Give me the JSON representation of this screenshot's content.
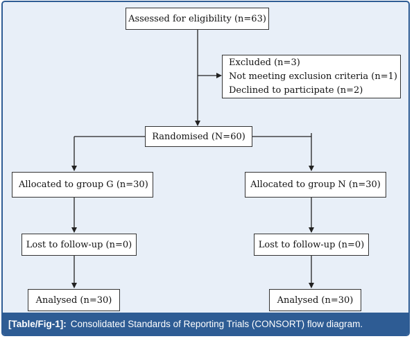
{
  "diagram": {
    "assessed": "Assessed for eligibility (n=63)",
    "excluded": {
      "line1": "Excluded (n=3)",
      "line2": "Not meeting exclusion criteria (n=1)",
      "line3": "Declined to participate (n=2)"
    },
    "randomised": "Randomised (N=60)",
    "group_g": {
      "allocated": "Allocated to group G (n=30)",
      "lost": "Lost to follow-up (n=0)",
      "analysed": "Analysed (n=30)"
    },
    "group_n": {
      "allocated": "Allocated to group N (n=30)",
      "lost": "Lost to follow-up (n=0)",
      "analysed": "Analysed (n=30)"
    }
  },
  "caption": {
    "ref": "[Table/Fig-1]:",
    "text": "Consolidated Standards of Reporting Trials (CONSORT) flow diagram."
  },
  "colors": {
    "frame_border": "#2e5c94",
    "frame_fill": "#e8eff8",
    "caption_bg": "#2e5c94"
  }
}
